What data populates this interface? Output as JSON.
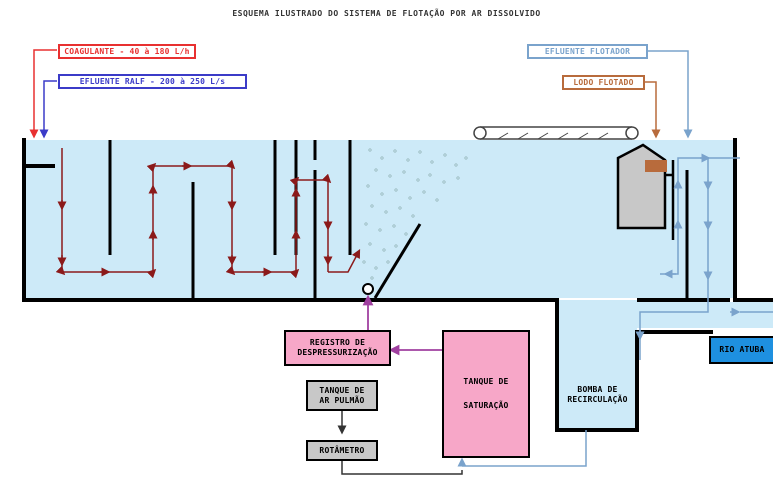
{
  "title": "ESQUEMA ILUSTRADO DO SISTEMA DE FLOTAÇÃO POR AR DISSOLVIDO",
  "labels": {
    "coagulante": "COAGULANTE - 40 à 180 L/h",
    "efluente_ralf": "EFLUENTE RALF - 200 à 250 L/s",
    "efluente_flotador": "EFLUENTE FLOTADOR",
    "lodo_flotado": "LODO FLOTADO",
    "registro_l1": "REGISTRO DE",
    "registro_l2": "DESPRESSURIZAÇÃO",
    "tanque_pulmao_l1": "TANQUE DE",
    "tanque_pulmao_l2": "AR PULMÃO",
    "rotametro": "ROTÂMETRO",
    "tanque_saturacao_l1": "TANQUE DE",
    "tanque_saturacao_l2": "SATURAÇÃO",
    "bomba_l1": "BOMBA DE",
    "bomba_l2": "RECIRCULAÇÃO",
    "rio_atuba": "RIO ATUBA"
  },
  "colors": {
    "water": "#cdeaf8",
    "flow_dark_red": "#8b1a1a",
    "coagulante_red": "#e83030",
    "ralf_blue": "#3b3bc8",
    "recirculation_blue": "#7aa3cc",
    "sludge_brown": "#b86b3c",
    "purple": "#a040a0",
    "pink_box": "#f7a7c8",
    "gray_box": "#c8c8c8",
    "rio_box": "#1e90e0"
  }
}
